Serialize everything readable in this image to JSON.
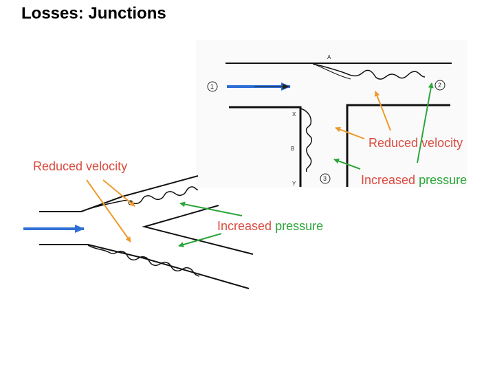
{
  "title": "Losses: Junctions",
  "tee_junction": {
    "point_labels": [
      "A",
      "X",
      "B",
      "Y"
    ],
    "station_labels": [
      "1",
      "2",
      "3"
    ],
    "reduced_velocity_label": "Reduced velocity",
    "increased_label": "Increased",
    "pressure_label": "pressure"
  },
  "y_junction": {
    "reduced_velocity_label": "Reduced velocity",
    "increased_label": "Increased",
    "pressure_label": "pressure"
  },
  "colors": {
    "velocity_orange": "#ee9a2a",
    "pressure_green": "#2ca53a",
    "flow_blue": "#2f6fd6",
    "label_red": "#d94b3f",
    "line_black": "#111111"
  }
}
